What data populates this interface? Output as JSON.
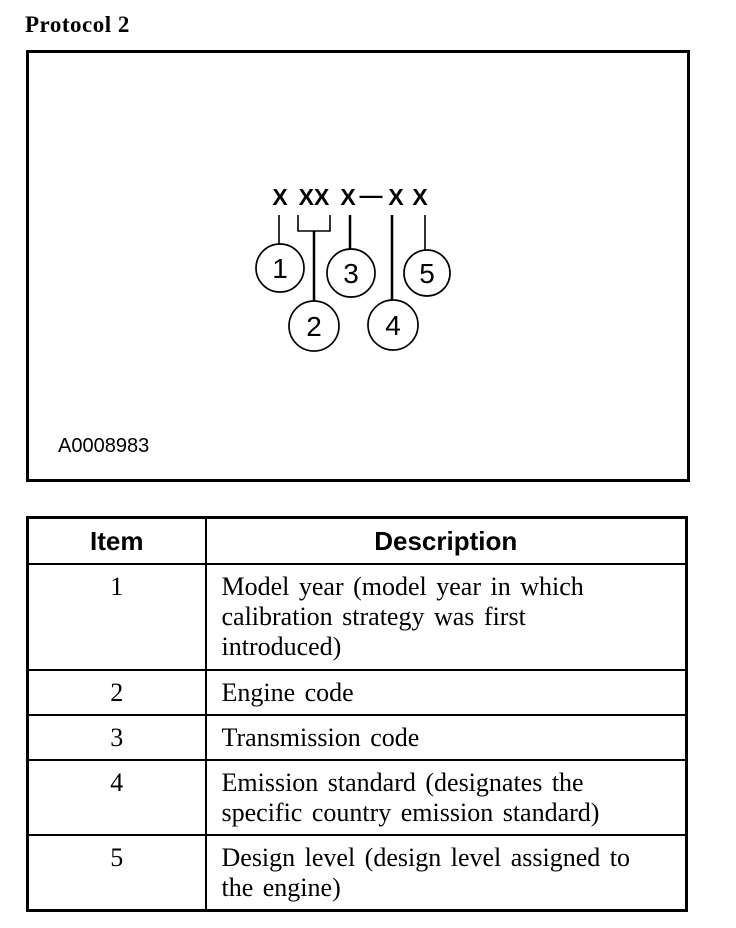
{
  "page": {
    "title": "Protocol 2"
  },
  "diagram": {
    "pattern_groups": [
      "X",
      "XX",
      "X",
      "—",
      "X",
      "X"
    ],
    "callouts": [
      "1",
      "2",
      "3",
      "4",
      "5"
    ],
    "figure_code": "A0008983"
  },
  "table": {
    "headers": {
      "item": "Item",
      "description": "Description"
    },
    "rows": [
      {
        "item": "1",
        "description": "Model year (model year in which\ncalibration strategy was first\nintroduced)"
      },
      {
        "item": "2",
        "description": "Engine code"
      },
      {
        "item": "3",
        "description": "Transmission code"
      },
      {
        "item": "4",
        "description": "Emission standard (designates the\nspecific country emission standard)"
      },
      {
        "item": "5",
        "description": "Design level (design level assigned to\nthe engine)"
      }
    ]
  },
  "colors": {
    "ink": "#000000",
    "paper": "#ffffff"
  }
}
